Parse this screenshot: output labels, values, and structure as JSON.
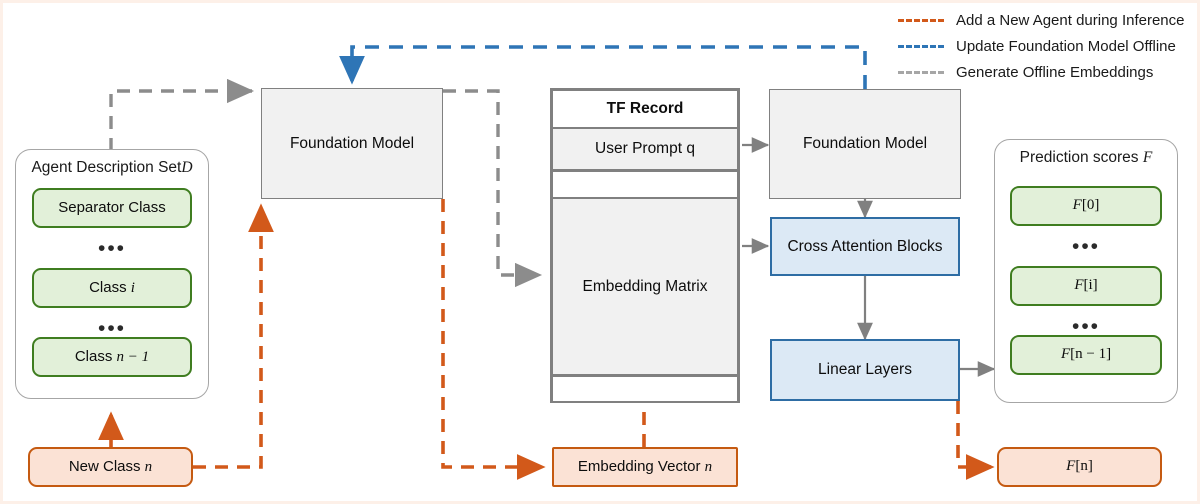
{
  "figure": {
    "background": "#ffffff",
    "frame_color": "#fdf0e8"
  },
  "legend": {
    "items": [
      {
        "label": "Add a New Agent during Inference",
        "color": "#d2591a",
        "style": "dashed",
        "name": "legend-add-new-agent"
      },
      {
        "label": "Update Foundation Model Offline",
        "color": "#2e75b6",
        "style": "dashed",
        "name": "legend-update-foundation-model"
      },
      {
        "label": "Generate Offline Embeddings",
        "color": "#a6a6a6",
        "style": "dashed",
        "name": "legend-generate-offline-embeddings"
      }
    ]
  },
  "agent_panel": {
    "title": "Agent Description Set D",
    "title_plain": "Agent Description Set",
    "title_symbol": "D",
    "items": [
      {
        "label": "Separator Class",
        "plain": "Separator Class",
        "symbol": ""
      },
      {
        "label": "Class i",
        "plain": "Class ",
        "symbol": "i"
      },
      {
        "label": "Class n − 1",
        "plain": "Class ",
        "symbol": "n − 1"
      }
    ],
    "ellipsis": "•••",
    "colors": {
      "fill": "#e2f0d9",
      "border": "#3f7d20"
    }
  },
  "foundation_model_left": {
    "label": "Foundation Model",
    "colors": {
      "fill": "#f1f1f1",
      "border": "#808080"
    }
  },
  "foundation_model_right": {
    "label": "Foundation Model",
    "colors": {
      "fill": "#f1f1f1",
      "border": "#808080"
    }
  },
  "tf_record": {
    "title": "TF Record",
    "rows": [
      {
        "label": "User Prompt q",
        "plain": "User Prompt q",
        "filled": true
      },
      {
        "label": "",
        "plain": "",
        "filled": false
      },
      {
        "label": "Embedding Matrix",
        "plain": "Embedding Matrix",
        "filled": true
      },
      {
        "label": "",
        "plain": "",
        "filled": false
      }
    ],
    "colors": {
      "fill": "#f1f1f1",
      "border": "#808080"
    }
  },
  "model_blocks": [
    {
      "label": "Cross Attention Blocks",
      "name": "cross-attention-blocks-box"
    },
    {
      "label": "Linear Layers",
      "name": "linear-layers-box"
    }
  ],
  "model_block_colors": {
    "fill": "#dce9f5",
    "border": "#2e6da4"
  },
  "prediction_panel": {
    "title": "Prediction scores F",
    "title_plain": "Prediction scores",
    "title_symbol": "F",
    "items": [
      {
        "label": "F[0]",
        "symbol": "F",
        "index": "[0]"
      },
      {
        "label": "F[i]",
        "symbol": "F",
        "index": "[i]"
      },
      {
        "label": "F[n − 1]",
        "symbol": "F",
        "index": "[n − 1]"
      }
    ],
    "ellipsis": "•••",
    "colors": {
      "fill": "#e2f0d9",
      "border": "#3f7d20"
    }
  },
  "new_items": {
    "new_class": {
      "label": "New Class n",
      "plain": "New Class ",
      "symbol": "n"
    },
    "embedding_vector": {
      "label": "Embedding Vector n",
      "plain": "Embedding Vector ",
      "symbol": "n"
    },
    "new_score": {
      "label": "F[n]",
      "symbol": "F",
      "index": "[n]"
    },
    "colors": {
      "fill": "#fbe2d5",
      "border": "#c55a11"
    }
  },
  "edges": {
    "solid_gray": "#808080",
    "dashed_gray": "#a6a6a6",
    "dashed_orange": "#d2591a",
    "dashed_blue": "#2e75b6"
  }
}
